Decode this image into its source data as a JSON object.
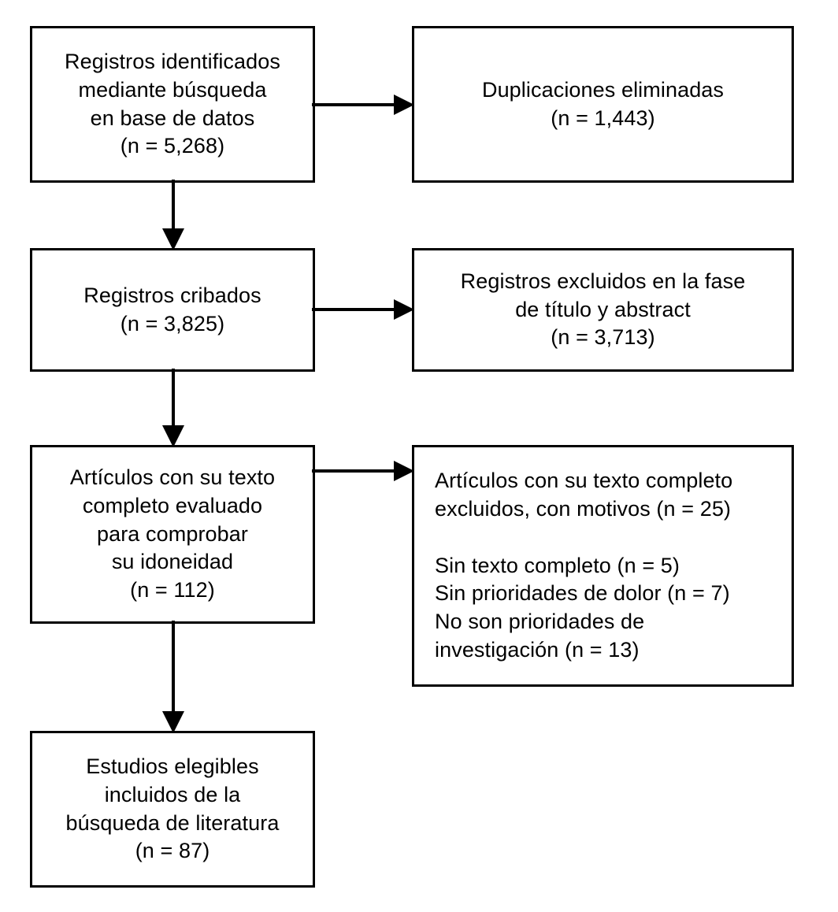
{
  "diagram": {
    "type": "prisma-flow-diagram",
    "language": "es",
    "background_color": "#ffffff",
    "line_color": "#000000",
    "text_color": "#000000",
    "nodes": [
      {
        "id": "records-identified",
        "name": "records-identified-box",
        "text": "Registros identificados\nmediante búsqueda\nen base de datos\n(n = 5,268)",
        "count_label": "(n = 5,268)",
        "count": 5268,
        "column": "left",
        "row": 1
      },
      {
        "id": "duplicates-removed",
        "name": "duplicates-removed-box",
        "text": "Duplicaciones eliminadas\n(n = 1,443)",
        "count_label": "(n = 1,443)",
        "count": 1443,
        "column": "right",
        "row": 1
      },
      {
        "id": "records-screened",
        "name": "records-screened-box",
        "text": "Registros cribados\n(n = 3,825)",
        "count_label": "(n = 3,825)",
        "count": 3825,
        "column": "left",
        "row": 2
      },
      {
        "id": "records-excluded",
        "name": "records-excluded-box",
        "text": "Registros excluidos en la fase\nde título y abstract\n(n = 3,713)",
        "count_label": "(n = 3,713)",
        "count": 3713,
        "column": "right",
        "row": 2
      },
      {
        "id": "fulltext-assessed",
        "name": "fulltext-assessed-box",
        "text": "Artículos con su texto\ncompleto evaluado\npara comprobar\nsu idoneidad\n(n = 112)",
        "count_label": "(n = 112)",
        "count": 112,
        "column": "left",
        "row": 3
      },
      {
        "id": "fulltext-excluded",
        "name": "fulltext-excluded-box",
        "text": "Artículos con su texto completo\nexcluidos, con motivos (n = 25)\n\nSin texto completo (n = 5)\nSin prioridades de dolor (n = 7)\nNo son prioridades de\ninvestigación (n = 13)",
        "count_label": "(n = 25)",
        "count": 25,
        "column": "right",
        "row": 3,
        "reasons": [
          {
            "label": "Sin texto completo (n = 5)",
            "count": 5
          },
          {
            "label": "Sin prioridades de dolor (n = 7)",
            "count": 7
          },
          {
            "label": "No son prioridades de investigación (n = 13)",
            "count": 13
          }
        ]
      },
      {
        "id": "studies-included",
        "name": "studies-included-box",
        "text": "Estudios elegibles\nincluidos de la\nbúsqueda de literatura\n(n = 87)",
        "count_label": "(n = 87)",
        "count": 87,
        "column": "left",
        "row": 4
      }
    ],
    "edges": [
      {
        "id": "identified-to-duplicates",
        "from": "records-identified",
        "to": "duplicates-removed",
        "direction": "horizontal"
      },
      {
        "id": "identified-to-screened",
        "from": "records-identified",
        "to": "records-screened",
        "direction": "vertical"
      },
      {
        "id": "screened-to-excluded",
        "from": "records-screened",
        "to": "records-excluded",
        "direction": "horizontal"
      },
      {
        "id": "screened-to-fulltext",
        "from": "records-screened",
        "to": "fulltext-assessed",
        "direction": "vertical"
      },
      {
        "id": "fulltext-to-excluded",
        "from": "fulltext-assessed",
        "to": "fulltext-excluded",
        "direction": "horizontal"
      },
      {
        "id": "fulltext-to-included",
        "from": "fulltext-assessed",
        "to": "studies-included",
        "direction": "vertical"
      }
    ]
  }
}
